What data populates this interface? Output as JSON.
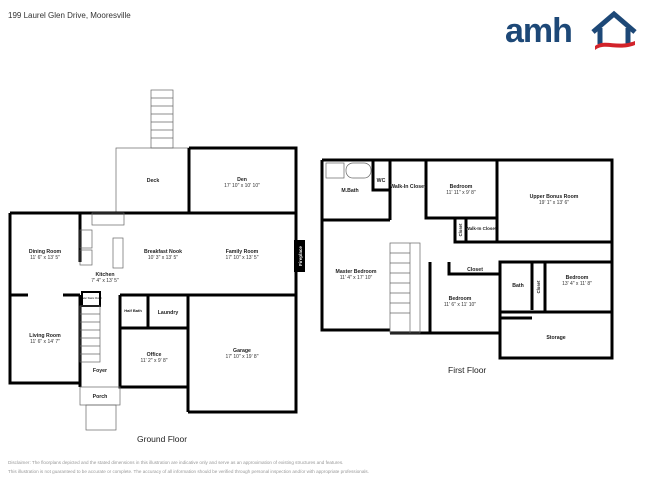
{
  "address": "199 Laurel Glen Drive, Mooresville",
  "logo": {
    "text": "amh",
    "colors": {
      "blue": "#1d4877",
      "red": "#d2232a"
    }
  },
  "ground_floor": {
    "title": "Ground Floor",
    "rooms": {
      "deck": {
        "name": "Deck"
      },
      "den": {
        "name": "Den",
        "dim": "17' 10\" x 10' 10\""
      },
      "dining": {
        "name": "Dining Room",
        "dim": "11' 6\" x 13' 5\""
      },
      "nook": {
        "name": "Breakfast Nook",
        "dim": "10' 3\" x 13' 5\""
      },
      "family": {
        "name": "Family Room",
        "dim": "17' 10\" x 13' 5\""
      },
      "kitchen": {
        "name": "Kitchen",
        "dim": "7' 4\" x 13' 5\""
      },
      "fireplace": {
        "name": "Fireplace"
      },
      "under_stairs": {
        "name": "Under Stairs Closet"
      },
      "half_bath": {
        "name": "Half Bath"
      },
      "laundry": {
        "name": "Laundry"
      },
      "living": {
        "name": "Living Room",
        "dim": "11' 6\" x 14' 7\""
      },
      "office": {
        "name": "Office",
        "dim": "11' 2\" x 9' 8\""
      },
      "garage": {
        "name": "Garage",
        "dim": "17' 10\" x 19' 8\""
      },
      "foyer": {
        "name": "Foyer"
      },
      "porch": {
        "name": "Porch"
      }
    }
  },
  "first_floor": {
    "title": "First Floor",
    "rooms": {
      "mbath": {
        "name": "M.Bath"
      },
      "wc": {
        "name": "WC"
      },
      "walkin1": {
        "name": "Walk-In Closet"
      },
      "bedroom1": {
        "name": "Bedroom",
        "dim": "11' 11\" x 9' 8\""
      },
      "bonus": {
        "name": "Upper Bonus Room",
        "dim": "19' 1\" x 13' 6\""
      },
      "closet1": {
        "name": "Closet"
      },
      "walkin2": {
        "name": "Walk-In Closet"
      },
      "master": {
        "name": "Master Bedroom",
        "dim": "11' 4\" x 17' 10\""
      },
      "closet2": {
        "name": "Closet"
      },
      "bedroom2": {
        "name": "Bedroom",
        "dim": "11' 6\" x 11' 10\""
      },
      "bath": {
        "name": "Bath"
      },
      "closet3": {
        "name": "Closet"
      },
      "bedroom3": {
        "name": "Bedroom",
        "dim": "13' 4\" x 11' 8\""
      },
      "storage": {
        "name": "Storage"
      }
    }
  },
  "disclaimer": [
    "Disclaimer: The floorplans depicted and the stated dimensions in this illustration are indicative only and serve as an approximation of existing structures and features.",
    "This illustration is not guaranteed to be accurate or complete. The accuracy of all information should be verified through personal inspection and/or with appropriate professionals."
  ]
}
